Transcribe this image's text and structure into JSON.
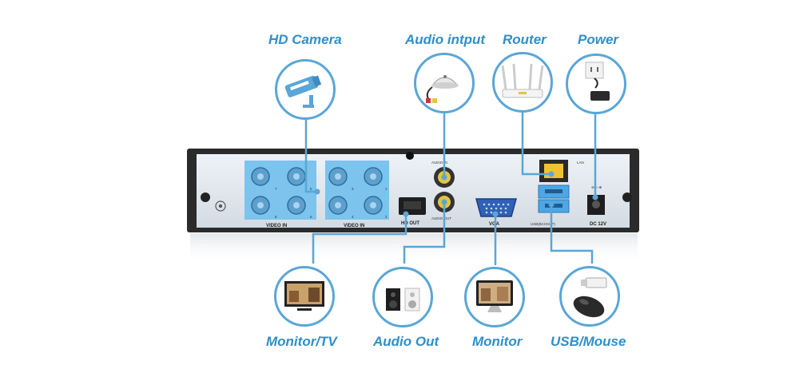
{
  "colors": {
    "accent": "#5aa6d6",
    "label": "#2f8fc9",
    "chassis": "#2b2b2b",
    "panel": "#dde6ee",
    "highlight": "#7cc3ee"
  },
  "labels": {
    "hd_camera": "HD Camera",
    "audio_input": "Audio intput",
    "router": "Router",
    "power": "Power",
    "monitor_tv": "Monitor/TV",
    "audio_out": "Audio Out",
    "monitor": "Monitor",
    "usb_mouse": "USB/Mouse"
  },
  "panel": {
    "video_in_1": "VIDEO  IN",
    "video_in_2": "VIDEO  IN",
    "hd_out": "HD OUT",
    "audio_in": "AUDIO IN",
    "audio_out": "AUDIO OUT",
    "vga": "VGA",
    "lan": "LAN",
    "usb_backup": "USB(BACKUP)",
    "dc": "DC 12V",
    "bnc_numbers_1": [
      "8",
      "7",
      "6",
      "5"
    ],
    "bnc_numbers_2": [
      "3",
      "1",
      "4",
      "2"
    ]
  },
  "icons": [
    "camera-icon",
    "microphone-icon",
    "router-icon",
    "power-adapter-icon",
    "tv-icon",
    "speakers-icon",
    "monitor-icon",
    "usb-mouse-icon"
  ]
}
